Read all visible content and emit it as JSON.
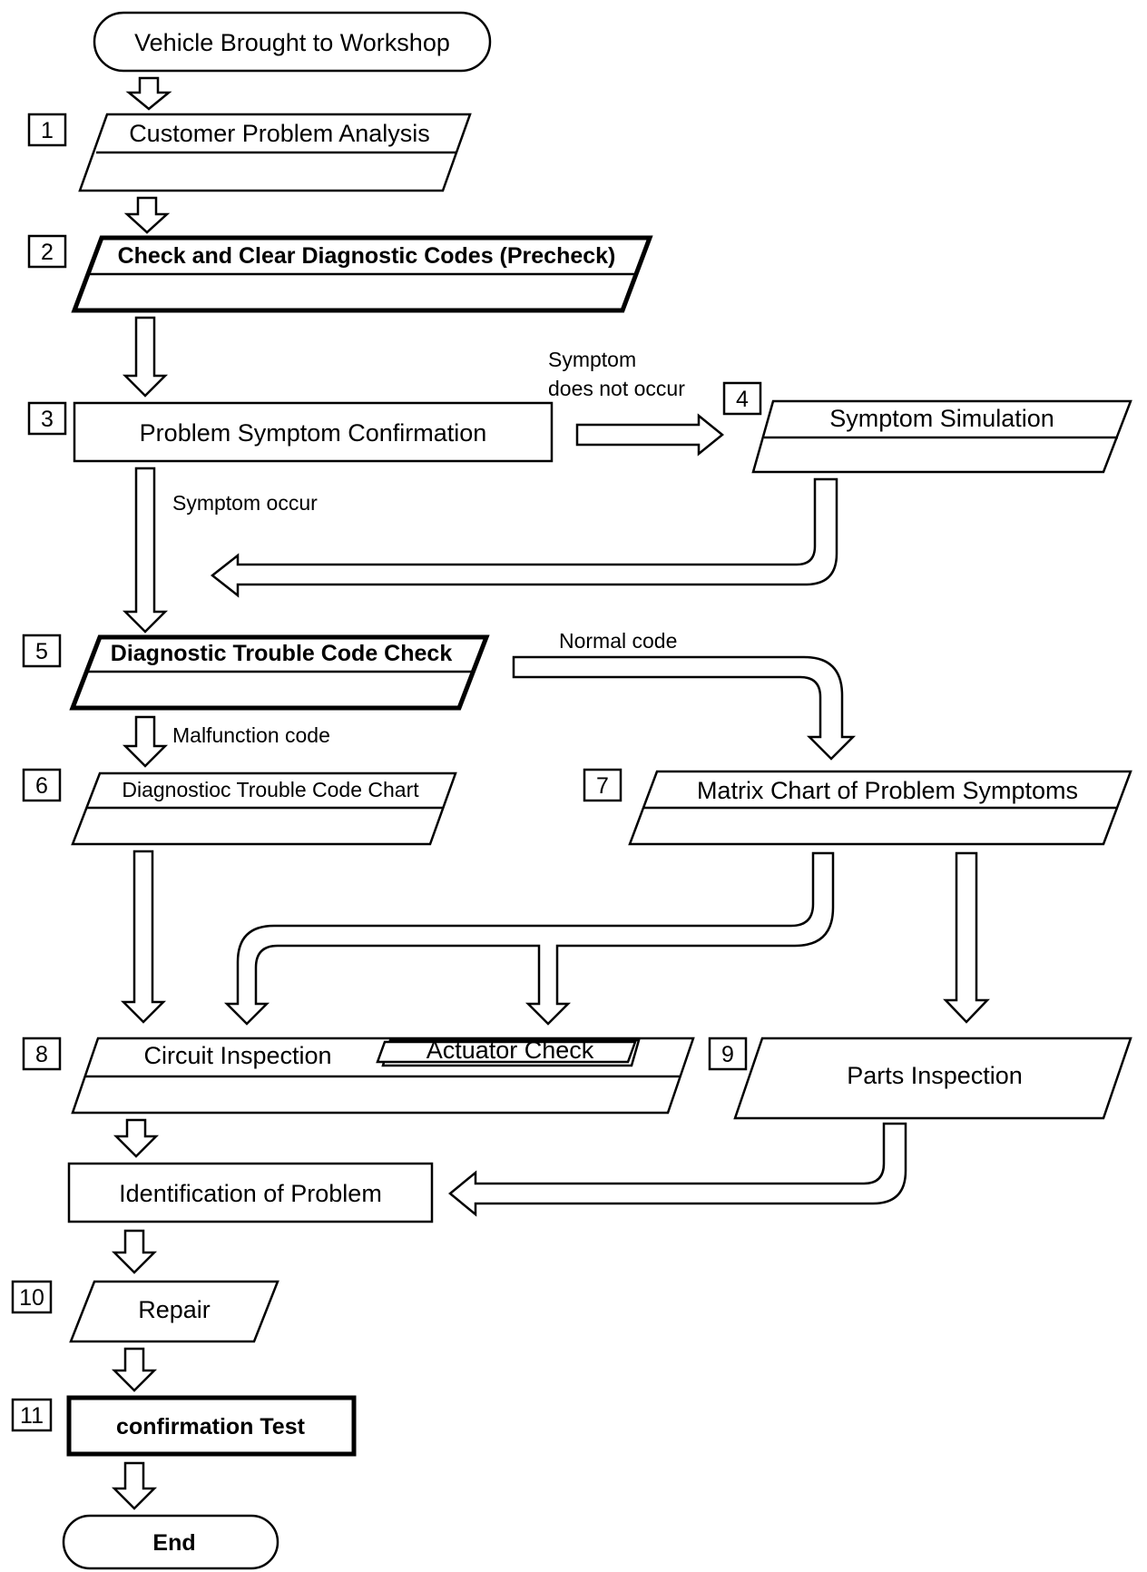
{
  "diagram": {
    "start": "Vehicle Brought to Workshop",
    "end": "End",
    "steps": {
      "s1": {
        "num": "1",
        "label": "Customer Problem Analysis"
      },
      "s2": {
        "num": "2",
        "label": "Check and Clear Diagnostic Codes (Precheck)"
      },
      "s3": {
        "num": "3",
        "label": "Problem Symptom Confirmation"
      },
      "s4": {
        "num": "4",
        "label": "Symptom Simulation"
      },
      "s5": {
        "num": "5",
        "label": "Diagnostic Trouble Code Check"
      },
      "s6": {
        "num": "6",
        "label": "Diagnostioc Trouble Code Chart"
      },
      "s7": {
        "num": "7",
        "label": "Matrix Chart of Problem Symptoms"
      },
      "s8": {
        "num": "8",
        "label": "Circuit Inspection",
        "sub": "Actuator Check"
      },
      "s9": {
        "num": "9",
        "label": "Parts Inspection"
      },
      "ident": {
        "label": "Identification of Problem"
      },
      "s10": {
        "num": "10",
        "label": "Repair"
      },
      "s11": {
        "num": "11",
        "label": "confirmation Test"
      }
    },
    "edge_labels": {
      "not_occur_line1": "Symptom",
      "not_occur_line2": "does not occur",
      "occur": "Symptom occur",
      "normal": "Normal code",
      "malfunction": "Malfunction code"
    }
  }
}
